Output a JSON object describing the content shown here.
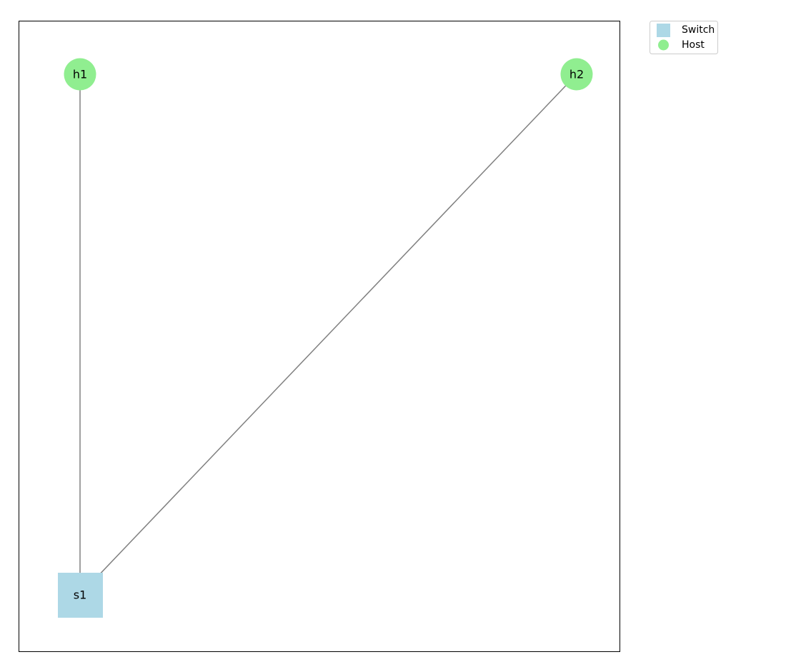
{
  "nodes": [
    {
      "id": "h1",
      "label": "h1",
      "kind": "host"
    },
    {
      "id": "h2",
      "label": "h2",
      "kind": "host"
    },
    {
      "id": "s1",
      "label": "s1",
      "kind": "switch"
    }
  ],
  "edges": [
    {
      "from": "h1",
      "to": "s1"
    },
    {
      "from": "h2",
      "to": "s1"
    }
  ],
  "legend": {
    "switch_label": "Switch",
    "host_label": "Host"
  },
  "colors": {
    "switch": "#add8e6",
    "host": "#90ee90",
    "edge": "#808080",
    "frame": "#000000",
    "legend_border": "#cccccc"
  }
}
